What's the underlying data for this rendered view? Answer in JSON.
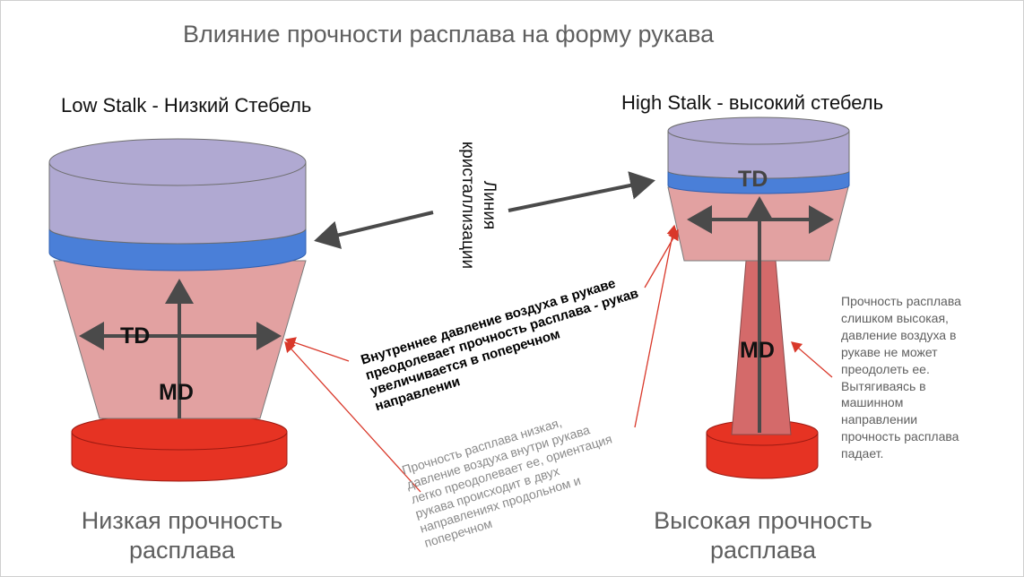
{
  "title": "Влияние прочности расплава на форму рукава",
  "left": {
    "heading": "Low Stalk - Низкий Стебель",
    "td_label": "TD",
    "md_label": "MD",
    "caption": "Низкая прочность расплава"
  },
  "right": {
    "heading": "High Stalk - высокий стебель",
    "td_label": "TD",
    "md_label": "MD",
    "caption": "Высокая прочность расплава"
  },
  "crystallization_label": "Линия кристаллизации",
  "center_note": "Внутреннее давление воздуха в рукаве преодолевает прочность расплава - рукав увеличивается в поперечном направлении",
  "bottom_note": "Прочность расплава низкая, давление воздуха внутри рукава легко преодолевает ее, ориентация рукава происходит в двух направлениях продольном и поперечном",
  "right_note": "Прочность расплава слишком высокая, давление воздуха в рукаве не может преодолеть ее. Вытягиваясь в машинном направлении прочность расплава падает.",
  "colors": {
    "lavender": "#b0a9d2",
    "frost_blue": "#4a7fd8",
    "melt_pink": "#e2a1a1",
    "stalk_red": "#d46a6a",
    "die_red": "#e63323",
    "arrow_dark": "#4a4a4a",
    "pointer_red": "#d9382a"
  }
}
